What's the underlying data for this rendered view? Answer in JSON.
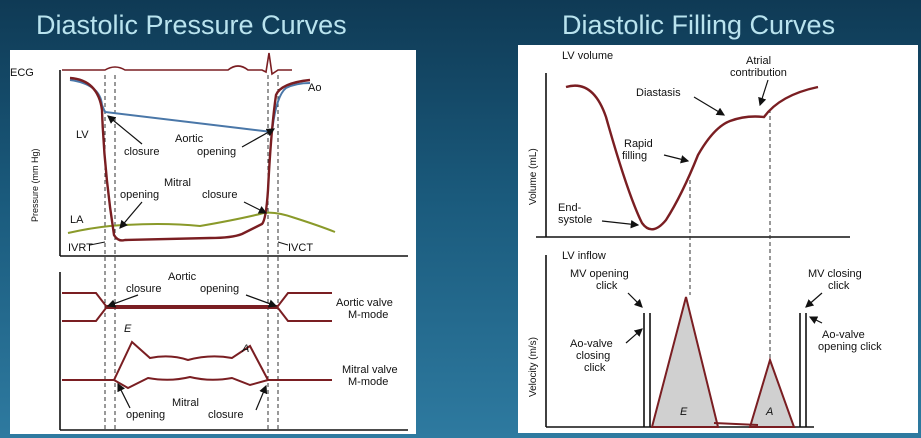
{
  "titles": {
    "left": "Diastolic Pressure Curves",
    "right": "Diastolic Filling Curves"
  },
  "left_panel": {
    "ecg": "ECG",
    "ao": "Ao",
    "lv": "LV",
    "la": "LA",
    "y_axis": "Pressure (mm Hg)",
    "aortic_closure_1": "Aortic",
    "aortic_closure_2": "closure",
    "aortic_opening": "opening",
    "mitral_opening_1": "Mitral",
    "mitral_opening_2": "opening",
    "mitral_closure": "closure",
    "ivrt": "IVRT",
    "ivct": "IVCT",
    "mm_aortic_1": "Aortic",
    "mm_aortic_2": "closure",
    "mm_aortic_3": "opening",
    "aortic_valve_1": "Aortic valve",
    "aortic_valve_2": "M-mode",
    "e": "E",
    "a": "A",
    "mitral_valve_1": "Mitral valve",
    "mitral_valve_2": "M-mode",
    "mm_mitral_1": "Mitral",
    "mm_mitral_2": "opening",
    "mm_mitral_3": "closure"
  },
  "right_panel": {
    "lv_volume": "LV volume",
    "y_volume": "Volume (mL)",
    "atrial_1": "Atrial",
    "atrial_2": "contribution",
    "diastasis": "Diastasis",
    "rapid_1": "Rapid",
    "rapid_2": "filling",
    "end_1": "End-",
    "end_2": "systole",
    "lv_inflow": "LV inflow",
    "y_velocity": "Velocity (m/s)",
    "mv_open_1": "MV opening",
    "mv_open_2": "click",
    "mv_close_1": "MV closing",
    "mv_close_2": "click",
    "ao_close_1": "Ao-valve",
    "ao_close_2": "closing",
    "ao_close_3": "click",
    "ao_open_1": "Ao-valve",
    "ao_open_2": "opening click",
    "e": "E",
    "a": "A"
  },
  "colors": {
    "curve": "#7a1e22",
    "aorta": "#4a77a8",
    "atrium": "#8a9a2a",
    "background": "#14486a",
    "title": "#b9e3ee"
  }
}
